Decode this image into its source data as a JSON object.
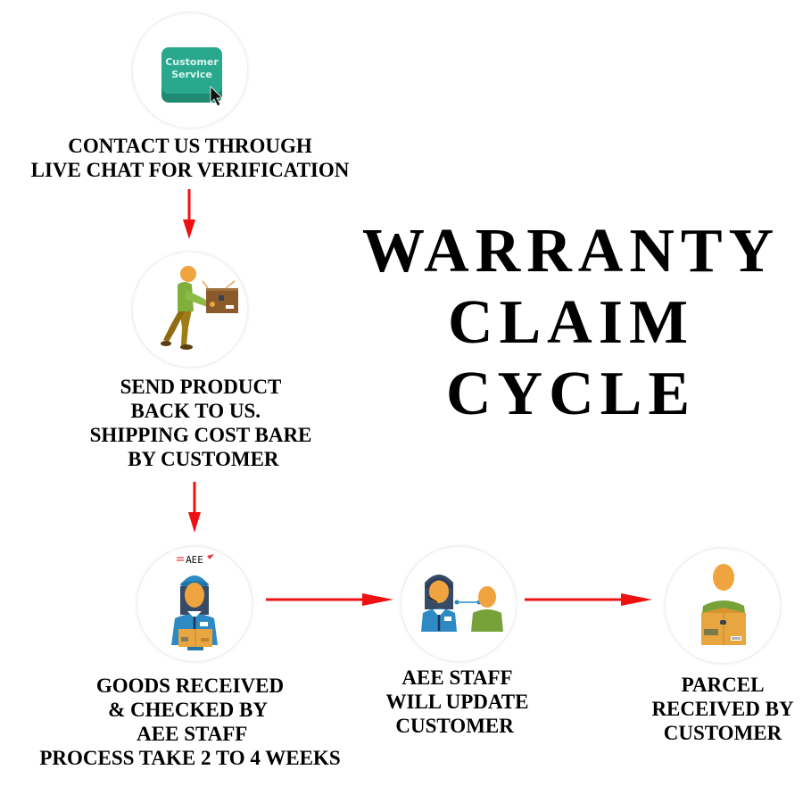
{
  "title": {
    "lines": [
      "WARRANTY",
      "CLAIM",
      "CYCLE"
    ]
  },
  "colors": {
    "arrow": "#ee1111",
    "customer_service_button": "#2aa88e",
    "text": "#000000"
  },
  "steps": [
    {
      "icon": "customer-service-button-icon",
      "icon_text": [
        "Customer",
        "Service"
      ],
      "label": "CONTACT US THROUGH\nLIVE CHAT FOR VERIFICATION"
    },
    {
      "icon": "person-carrying-box-icon",
      "label": "SEND PRODUCT\n BACK TO US.   \nSHIPPING COST BARE\n BY CUSTOMER"
    },
    {
      "icon": "courier-staff-with-parcel-icon",
      "icon_text": [
        "AEE"
      ],
      "label": "GOODS RECEIVED\n& CHECKED BY \n AEE STAFF\nPROCESS TAKE 2 TO 4 WEEKS"
    },
    {
      "icon": "support-agent-with-customer-icon",
      "label": "AEE STAFF\nWILL UPDATE\nCUSTOMER "
    },
    {
      "icon": "customer-holding-parcel-icon",
      "label": "PARCEL\nRECEIVED BY\nCUSTOMER"
    }
  ],
  "arrows": [
    {
      "from": "step-1",
      "to": "step-2",
      "direction": "down"
    },
    {
      "from": "step-2",
      "to": "step-3",
      "direction": "down"
    },
    {
      "from": "step-3",
      "to": "step-4",
      "direction": "right"
    },
    {
      "from": "step-4",
      "to": "step-5",
      "direction": "right"
    }
  ]
}
